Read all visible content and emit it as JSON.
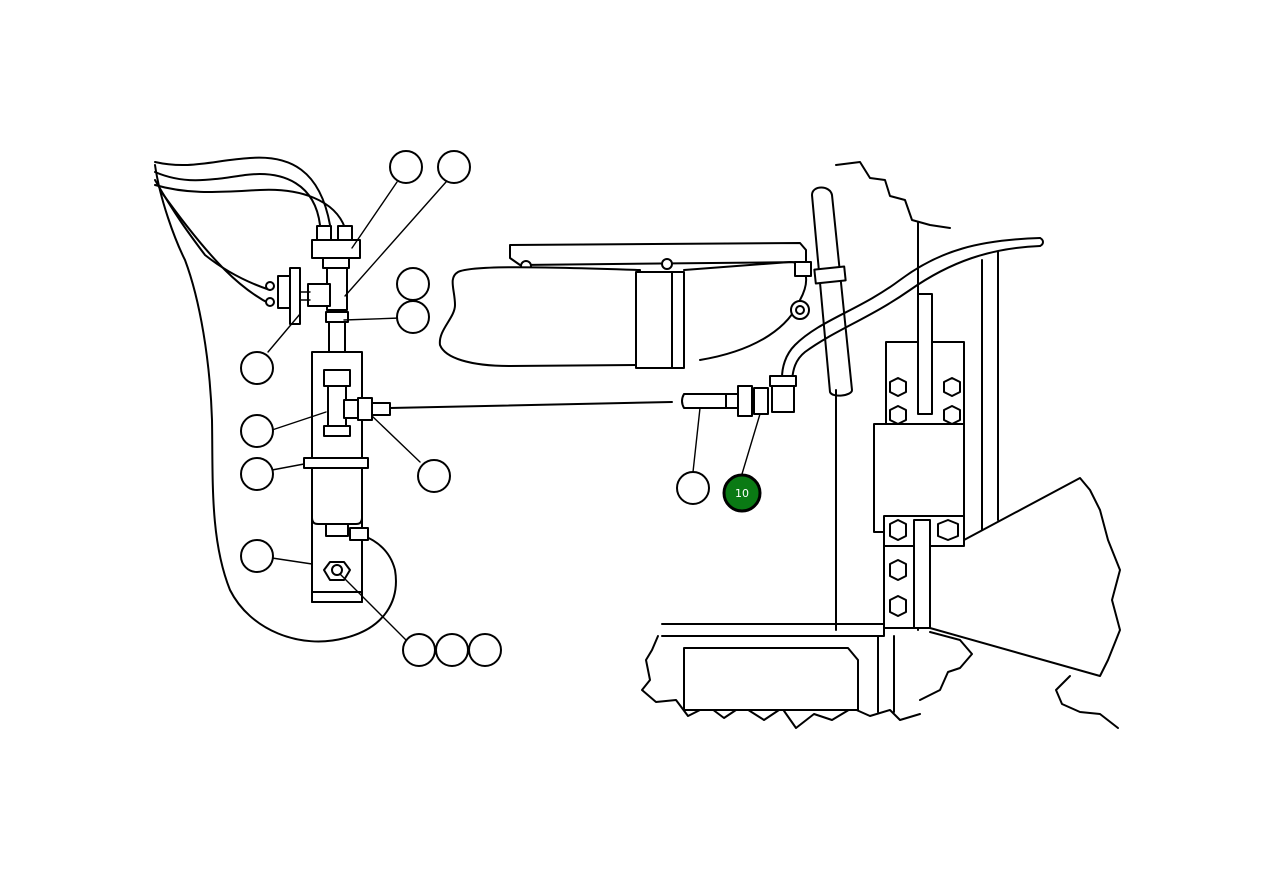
{
  "diagram": {
    "highlight_color": "#0a7a14",
    "line_color": "#000000",
    "background": "#ffffff"
  },
  "callouts": [
    {
      "id": "c1",
      "label": ""
    },
    {
      "id": "c2",
      "label": ""
    },
    {
      "id": "c3",
      "label": ""
    },
    {
      "id": "c4",
      "label": ""
    },
    {
      "id": "c5",
      "label": ""
    },
    {
      "id": "c6",
      "label": ""
    },
    {
      "id": "c7",
      "label": ""
    },
    {
      "id": "c8",
      "label": ""
    },
    {
      "id": "c9",
      "label": ""
    },
    {
      "id": "c10",
      "label": ""
    },
    {
      "id": "c11",
      "label": ""
    },
    {
      "id": "c12",
      "label": ""
    },
    {
      "id": "c13",
      "label": ""
    },
    {
      "id": "c14",
      "label": ""
    },
    {
      "id": "c15",
      "label": "10",
      "active": true
    }
  ]
}
